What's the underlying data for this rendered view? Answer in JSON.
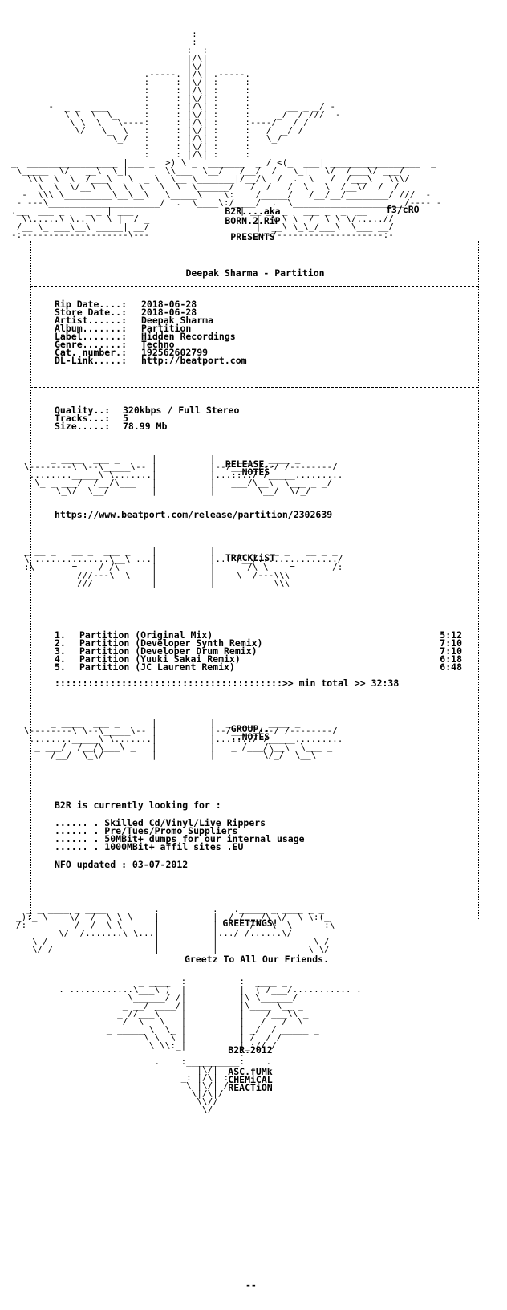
{
  "group_box": {
    "line1": "B2R....aka",
    "line2": "BORN.2.RiP",
    "line3": "PRESENTS"
  },
  "credit": "f3/cRO",
  "release_title": "Deepak Sharma - Partition",
  "info": [
    {
      "label": "Rip Date....:",
      "value": "2018-06-28"
    },
    {
      "label": "Store Date..:",
      "value": "2018-06-28"
    },
    {
      "label": "Artist......:",
      "value": "Deepak Sharma"
    },
    {
      "label": "Album.......:",
      "value": "Partition"
    },
    {
      "label": "Label.......:",
      "value": "Hidden Recordings"
    },
    {
      "label": "Genre.......:",
      "value": "Techno"
    },
    {
      "label": "Cat. number.:",
      "value": "192562602799"
    },
    {
      "label": "DL-Link.....:",
      "value": "http://beatport.com"
    }
  ],
  "quality": [
    {
      "label": "Quality..:",
      "value": "320kbps / Full Stereo"
    },
    {
      "label": "Tracks...:",
      "value": "5"
    },
    {
      "label": "Size.....:",
      "value": "78.99 Mb"
    }
  ],
  "release_notes_title": {
    "line1": "RELEASE..",
    "line2": "..NOTES"
  },
  "release_url": "https://www.beatport.com/release/partition/2302639",
  "tracklist_title": "TRACKLiST",
  "tracks": [
    {
      "num": "1.",
      "title": "Partition (Original Mix)",
      "time": "5:12"
    },
    {
      "num": "2.",
      "title": "Partition (Developer Synth Remix)",
      "time": "7:10"
    },
    {
      "num": "3.",
      "title": "Partition (Developer Drum Remix)",
      "time": "7:10"
    },
    {
      "num": "4.",
      "title": "Partition (Yuuki Sakai Remix)",
      "time": "6:18"
    },
    {
      "num": "5.",
      "title": "Partition (JC Laurent Remix)",
      "time": "6:48"
    }
  ],
  "total_line": ":::::::::::::::::::::::::::::::::::::::::>> min total >> 32:38",
  "group_notes_title": {
    "line1": "GROUP..",
    "line2": "..NOTES"
  },
  "looking_for": "B2R is currently looking for :",
  "looking_items": [
    "...... . Skilled Cd/Vinyl/Live Rippers",
    "...... . Pre/Tues/Promo Suppliers",
    "...... . 50MBit+ dumps for our internal usage",
    "...... . 1000MBit+ affil sites .EU"
  ],
  "nfo_updated": "NFO updated : 03-07-2012",
  "greetings_title": "GREETINGS!",
  "greetz": "Greetz To All Our Friends.",
  "footer_box": [
    "B2R.2012",
    "ASC.fUMk",
    "CHEMiCAL",
    "REACTiON"
  ],
  "end_mark": "--"
}
